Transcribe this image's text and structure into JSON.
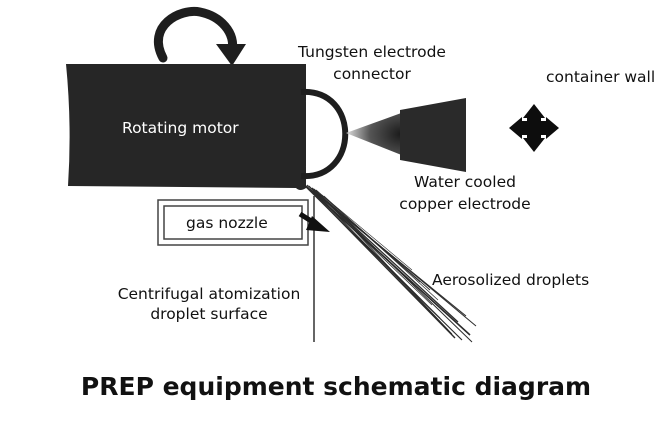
{
  "labels": {
    "tungsten_line1": "Tungsten electrode",
    "tungsten_line2": "connector",
    "container_wall": "container wall",
    "rotating_motor": "Rotating motor",
    "water_cooled_line1": "Water cooled",
    "water_cooled_line2": "copper electrode",
    "gas_nozzle": "gas nozzle",
    "aerosolized": "Aerosolized droplets",
    "centrifugal_line1": "Centrifugal atomization",
    "centrifugal_line2": "droplet surface"
  },
  "title": "PREP equipment schematic diagram",
  "colors": {
    "motor_fill": "#262626",
    "electrode_fill": "#2a2a2a",
    "text": "#111111",
    "label_on_dark": "#ffffff"
  },
  "icons": {
    "rotation": "curved-arrow-icon",
    "movement": "four-way-arrow-icon"
  }
}
